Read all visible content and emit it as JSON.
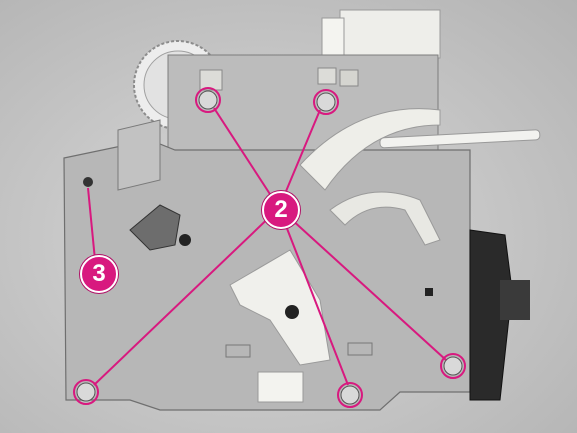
{
  "image": {
    "subject": "printer-side-plate",
    "callouts": [
      {
        "id": "2"
      },
      {
        "id": "3"
      }
    ],
    "colors": {
      "callout": "#d8197f",
      "leader": "#d8197f",
      "metal": "#b9b9b9",
      "plastic": "#f1f1ee"
    }
  }
}
